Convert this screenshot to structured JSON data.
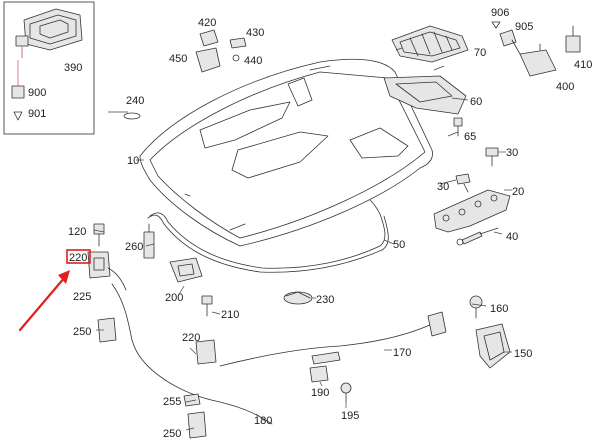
{
  "accent_color": "#e0201e",
  "parts": {
    "p390": "390",
    "p900": "900",
    "p901": "901",
    "p420": "420",
    "p430": "430",
    "p450": "450",
    "p440": "440",
    "p906": "906",
    "p905": "905",
    "p70": "70",
    "p410": "410",
    "p400": "400",
    "p240": "240",
    "p10": "10",
    "p60": "60",
    "p65": "65",
    "p30a": "30",
    "p30b": "30",
    "p20": "20",
    "p40": "40",
    "p120": "120",
    "p220a": "220",
    "p260": "260",
    "p50": "50",
    "p225": "225",
    "p200": "200",
    "p230": "230",
    "p210": "210",
    "p250a": "250",
    "p160": "160",
    "p220b": "220",
    "p150": "150",
    "p170": "170",
    "p190": "190",
    "p255": "255",
    "p195": "195",
    "p180": "180",
    "p250b": "250"
  },
  "highlighted_part": "220"
}
